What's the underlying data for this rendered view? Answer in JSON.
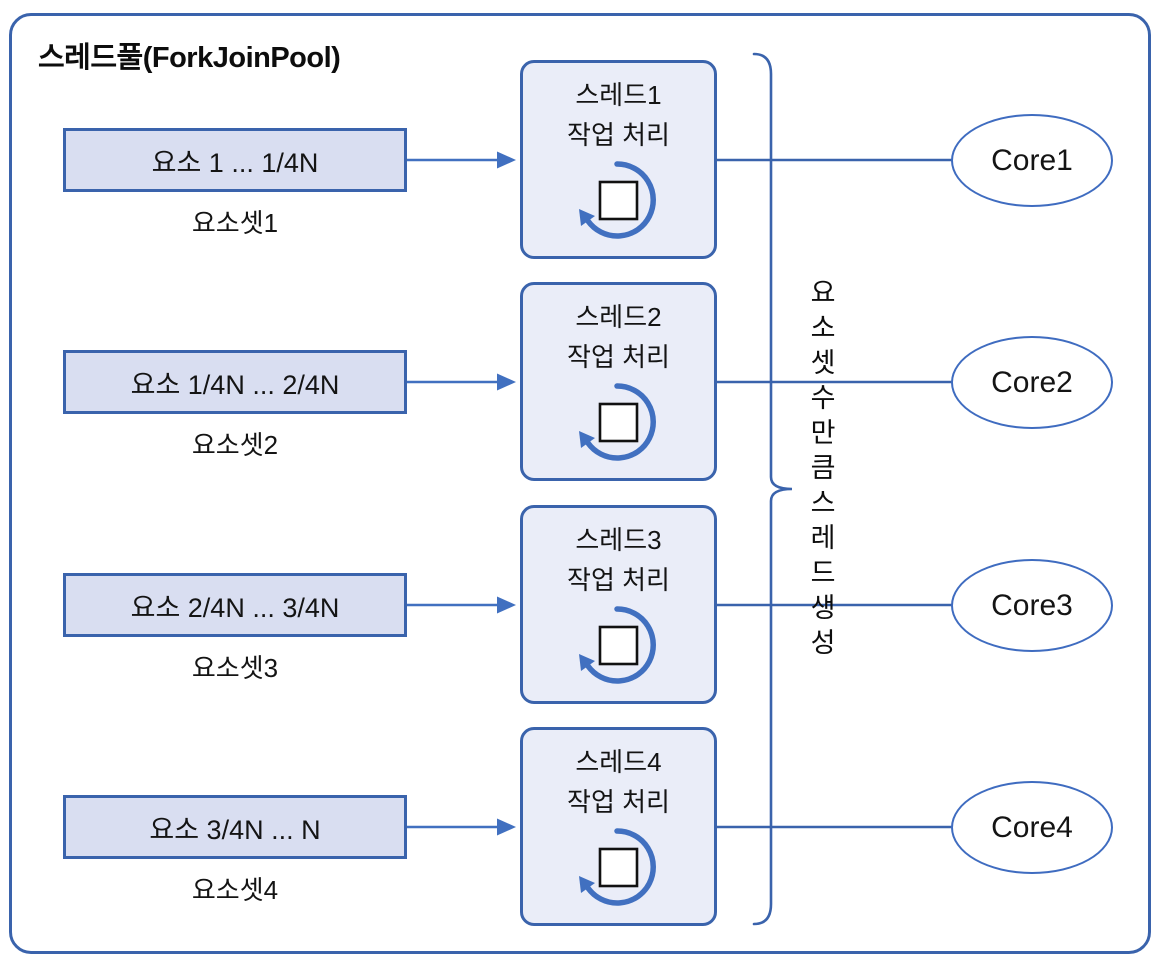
{
  "diagram": {
    "title": "스레드풀(ForkJoinPool)",
    "element_sets": [
      {
        "range": "요소 1 ... 1/4N",
        "name": "요소셋1"
      },
      {
        "range": "요소 1/4N ... 2/4N",
        "name": "요소셋2"
      },
      {
        "range": "요소 2/4N ... 3/4N",
        "name": "요소셋3"
      },
      {
        "range": "요소 3/4N ... N",
        "name": "요소셋4"
      }
    ],
    "threads": [
      {
        "name": "스레드1",
        "task": "작업 처리"
      },
      {
        "name": "스레드2",
        "task": "작업 처리"
      },
      {
        "name": "스레드3",
        "task": "작업 처리"
      },
      {
        "name": "스레드4",
        "task": "작업 처리"
      }
    ],
    "cores": [
      {
        "label": "Core1"
      },
      {
        "label": "Core2"
      },
      {
        "label": "Core3"
      },
      {
        "label": "Core4"
      }
    ],
    "brace_label": "요소셋 수만큼 스레드 생성",
    "colors": {
      "accent_blue": "#3A63AC",
      "arrow_blue": "#4170C0",
      "element_box_fill": "#D9DEF1",
      "thread_box_fill": "#EAEDF8",
      "core_fill": "#FFFFFF",
      "text": "#111111"
    }
  }
}
